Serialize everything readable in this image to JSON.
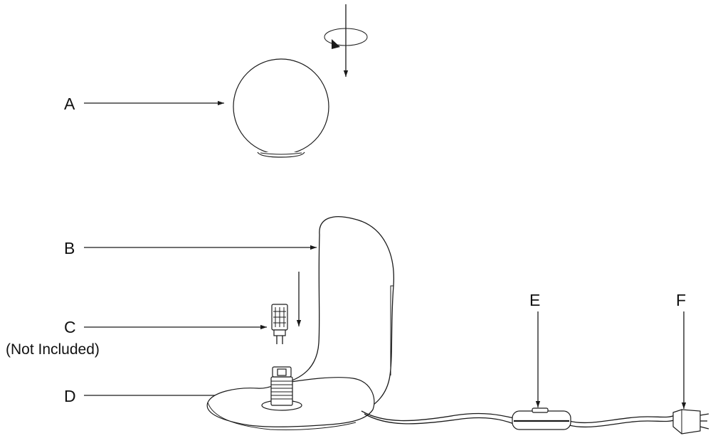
{
  "labels": {
    "a": "A",
    "b": "B",
    "c": "C",
    "c_note": "(Not Included)",
    "d": "D",
    "e": "E",
    "f": "F"
  },
  "colors": {
    "line": "#1a1a1a",
    "background": "#ffffff"
  }
}
